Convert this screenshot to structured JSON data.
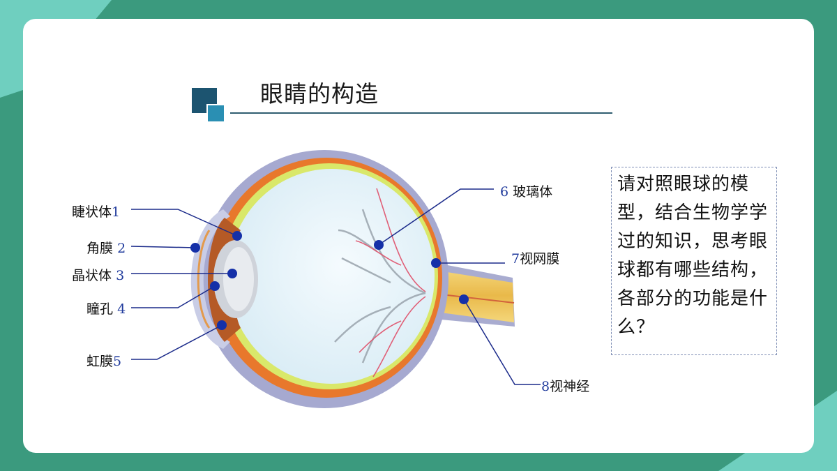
{
  "title": "眼睛的构造",
  "question": "请对照眼球的模型，结合生物学学过的知识，思考眼球都有哪些结构，各部分的功能是什么？",
  "labels": [
    {
      "name": "睫状体",
      "num": "1"
    },
    {
      "name": "角膜",
      "num": "2"
    },
    {
      "name": "晶状体",
      "num": "3"
    },
    {
      "name": "瞳孔",
      "num": "4"
    },
    {
      "name": "虹膜",
      "num": "5"
    },
    {
      "name": "玻璃体",
      "num": "6"
    },
    {
      "name": "视网膜",
      "num": "7"
    },
    {
      "name": "视神经",
      "num": "8"
    }
  ],
  "colors": {
    "background": "#3b9a7e",
    "accent_light": "#6fcfbf",
    "leader_line": "#1a2a8a",
    "marker": "#1530a8"
  }
}
